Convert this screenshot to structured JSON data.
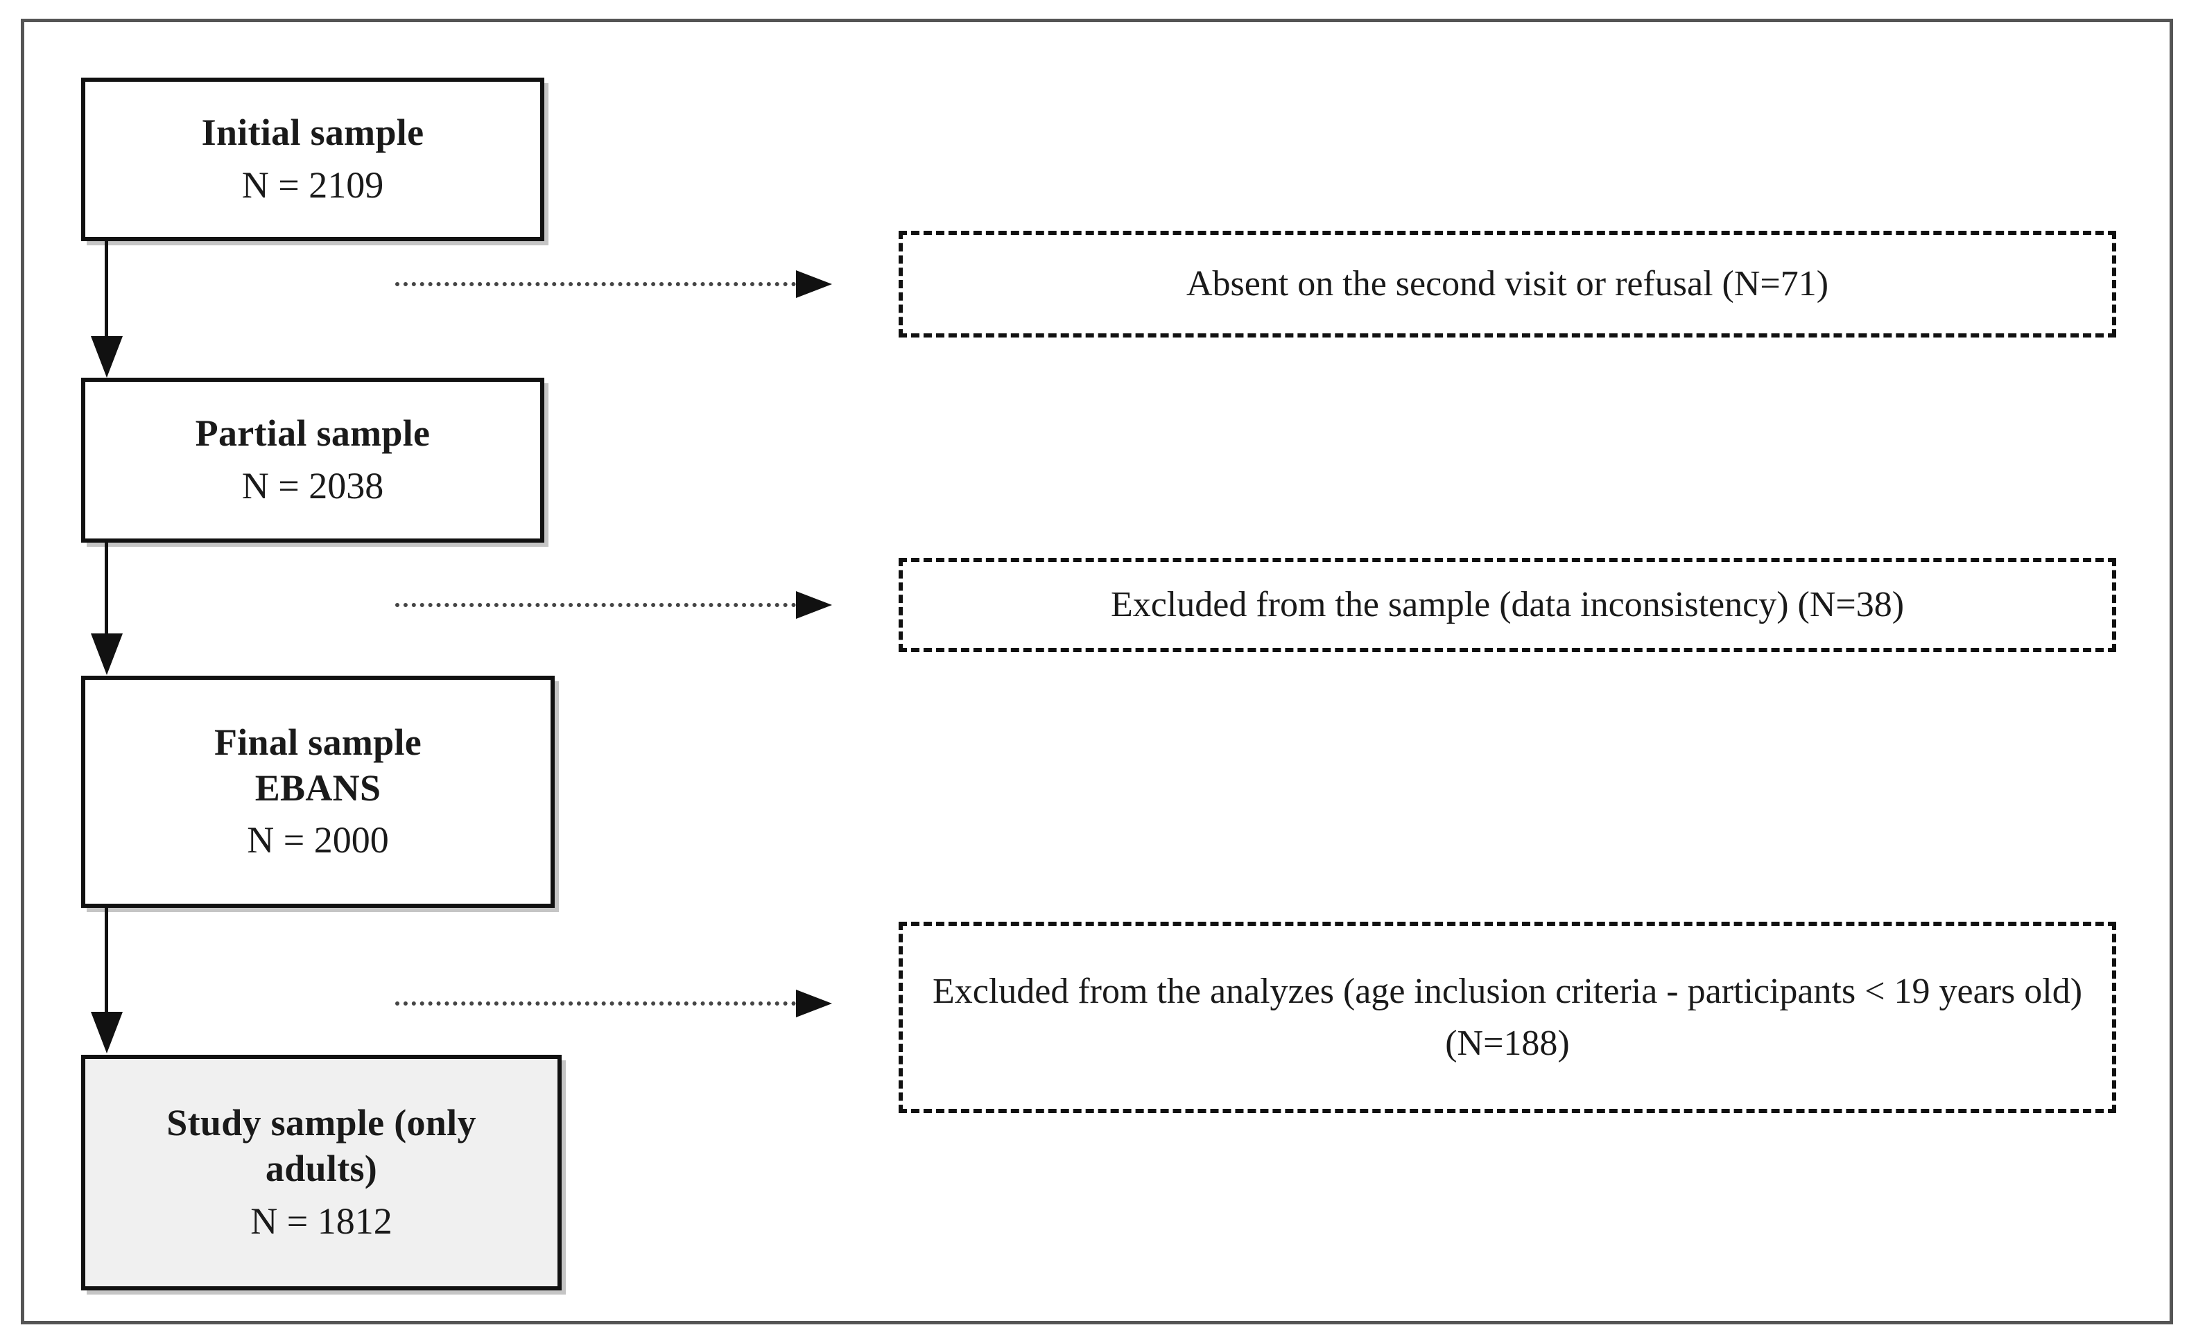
{
  "figure": {
    "type": "participant-flow-diagram",
    "frame_color": "#555555",
    "box_border_color": "#111111",
    "shaded_box_fill": "#f0f0f0"
  },
  "nodes": [
    {
      "id": "initial",
      "title": "Initial sample",
      "count": "N = 2109",
      "n": 2109,
      "shaded": false
    },
    {
      "id": "partial",
      "title": "Partial sample",
      "count": "N = 2038",
      "n": 2038,
      "shaded": false
    },
    {
      "id": "final",
      "title_line1": "Final sample",
      "title_line2": "EBANS",
      "count": "N = 2000",
      "n": 2000,
      "shaded": false
    },
    {
      "id": "study",
      "title_line1": "Study sample (only",
      "title_line2": "adults)",
      "count": "N = 1812",
      "n": 1812,
      "shaded": true
    }
  ],
  "exclusions": [
    {
      "id": "absent",
      "text": "Absent on the second visit or refusal (N=71)",
      "n": 71
    },
    {
      "id": "inconsistent",
      "text": "Excluded from the sample (data inconsistency) (N=38)",
      "n": 38
    },
    {
      "id": "age",
      "line1": "Excluded from the analyzes (age inclusion criteria - participants",
      "line2": "< 19 years old) (N=188)",
      "n": 188
    }
  ]
}
